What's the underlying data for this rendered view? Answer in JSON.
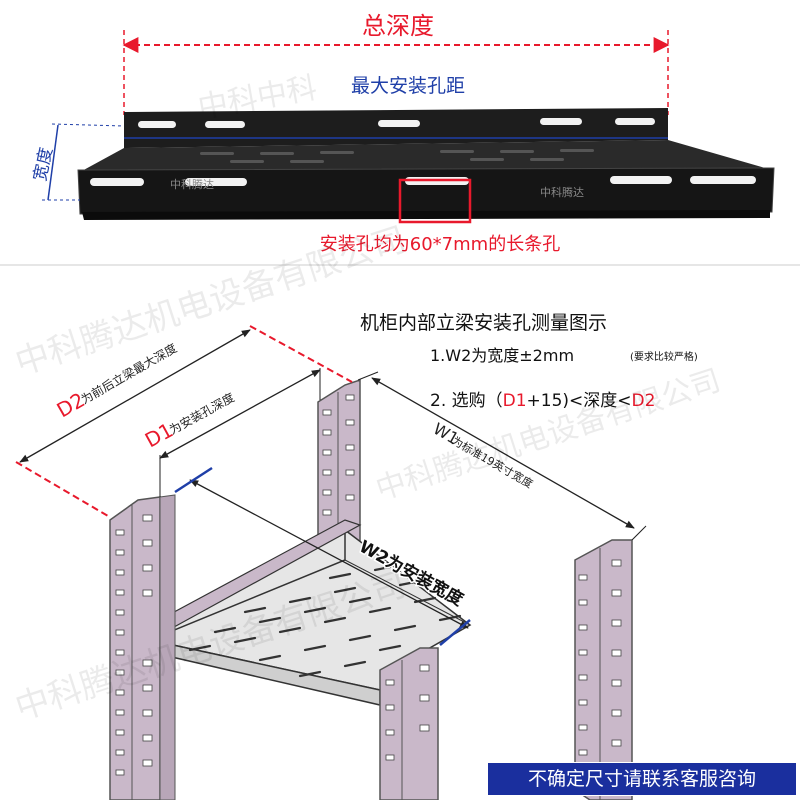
{
  "top": {
    "total_depth": "总深度",
    "max_hole_distance": "最大安装孔距",
    "width": "宽度",
    "hole_note": "安装孔均为60*7mm的长条孔",
    "shelf_logo_1": "中科腾达",
    "shelf_logo_2": "中科腾达"
  },
  "diagram": {
    "title": "机柜内部立梁安装孔测量图示",
    "item1": "1.W2为宽度±2mm",
    "item1_note": "(要求比较严格)",
    "item2_prefix": "2. 选购（",
    "item2_d1": "D1",
    "item2_mid": "+15)<深度<",
    "item2_d2": "D2",
    "d2_code": "D2",
    "d2_desc": "为前后立梁最大深度",
    "d1_code": "D1",
    "d1_desc": "为安装孔深度",
    "w1_code": "W1",
    "w1_desc": "为标准19英寸宽度",
    "w2_label": "W2为安装宽度"
  },
  "watermark": {
    "company": "中科腾达机电设备有限公司",
    "short": "中科中科"
  },
  "banner": "不确定尺寸请联系客服咨询",
  "colors": {
    "red": "#e8192c",
    "blue": "#1f3fa8",
    "rack": "#c9b8c9",
    "shelf": "#1a1a1a"
  }
}
